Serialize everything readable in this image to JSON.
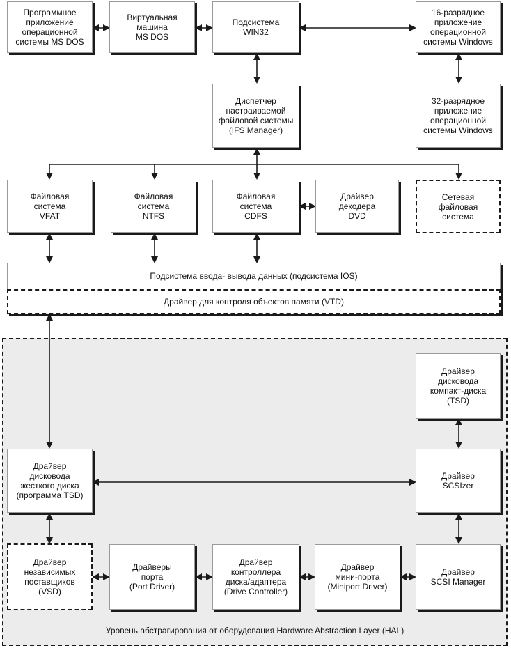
{
  "nodes": {
    "ms_dos_app": "Программное\nприложение\nоперационной\nсистемы MS DOS",
    "vm_ms_dos": "Виртуальная\nмашина\nMS DOS",
    "win32": "Подсистема\nWIN32",
    "win16_app": "16-разрядное\nприложение\nоперационной\nсистемы Windows",
    "win32_app": "32-разрядное\nприложение\nоперационной\nсистемы Windows",
    "ifs_manager": "Диспетчер\nнастраиваемой\nфайловой системы\n(IFS Manager)",
    "vfat": "Файловая\nсистема\nVFAT",
    "ntfs": "Файловая\nсистема\nNTFS",
    "cdfs": "Файловая\nсистема\nCDFS",
    "dvd": "Драйвер\nдекодера\nDVD",
    "net_fs": "Сетевая\nфайловая\nсистема",
    "ios": "Подсистема ввода- вывода данных (подсистема IOS)",
    "vtd": "Драйвер для контроля объектов памяти (VTD)",
    "cd_tsd": "Драйвер\nдисковода\nкомпакт-диска\n(TSD)",
    "hdd_tsd": "Драйвер\nдисковода\nжесткого диска\n(программа TSD)",
    "scsizer": "Драйвер\nSCSIzer",
    "vsd": "Драйвер\nнезависимых\nпоставщиков\n(VSD)",
    "port_driver": "Драйверы\nпорта\n(Port Driver)",
    "drive_controller": "Драйвер\nконтроллера\nдиска/адаптера\n(Drive Controller)",
    "miniport": "Драйвер\nмини-порта\n(Miniport Driver)",
    "scsi_manager": "Драйвер\nSCSI Manager",
    "hal": "Уровень абстрагирования от оборудования Hardware Abstraction Layer (HAL)"
  }
}
